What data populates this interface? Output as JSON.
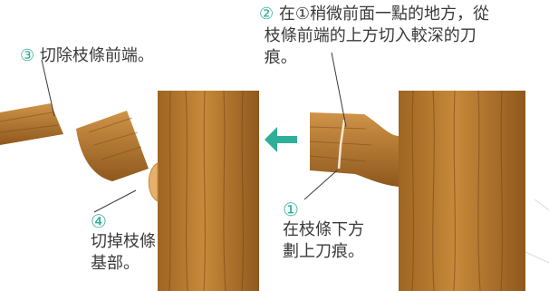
{
  "steps": {
    "step3": {
      "number": "③",
      "text": " 切除枝條前端。"
    },
    "step2": {
      "number": "②",
      "text": " 在①稍微前面一點的地方，從\n 枝條前端的上方切入較深的刀\n 痕。"
    },
    "step4": {
      "number": "④",
      "text": "切掉枝條\n基部。"
    },
    "step1": {
      "number": "①",
      "text": "在枝條下方\n劃上刀痕。"
    }
  },
  "colors": {
    "accent": "#2fae9a",
    "wood": "#b8782c",
    "wood_dark": "#8a531b",
    "text": "#3a3a3a"
  },
  "icons": {
    "direction": "arrow-left-icon"
  }
}
